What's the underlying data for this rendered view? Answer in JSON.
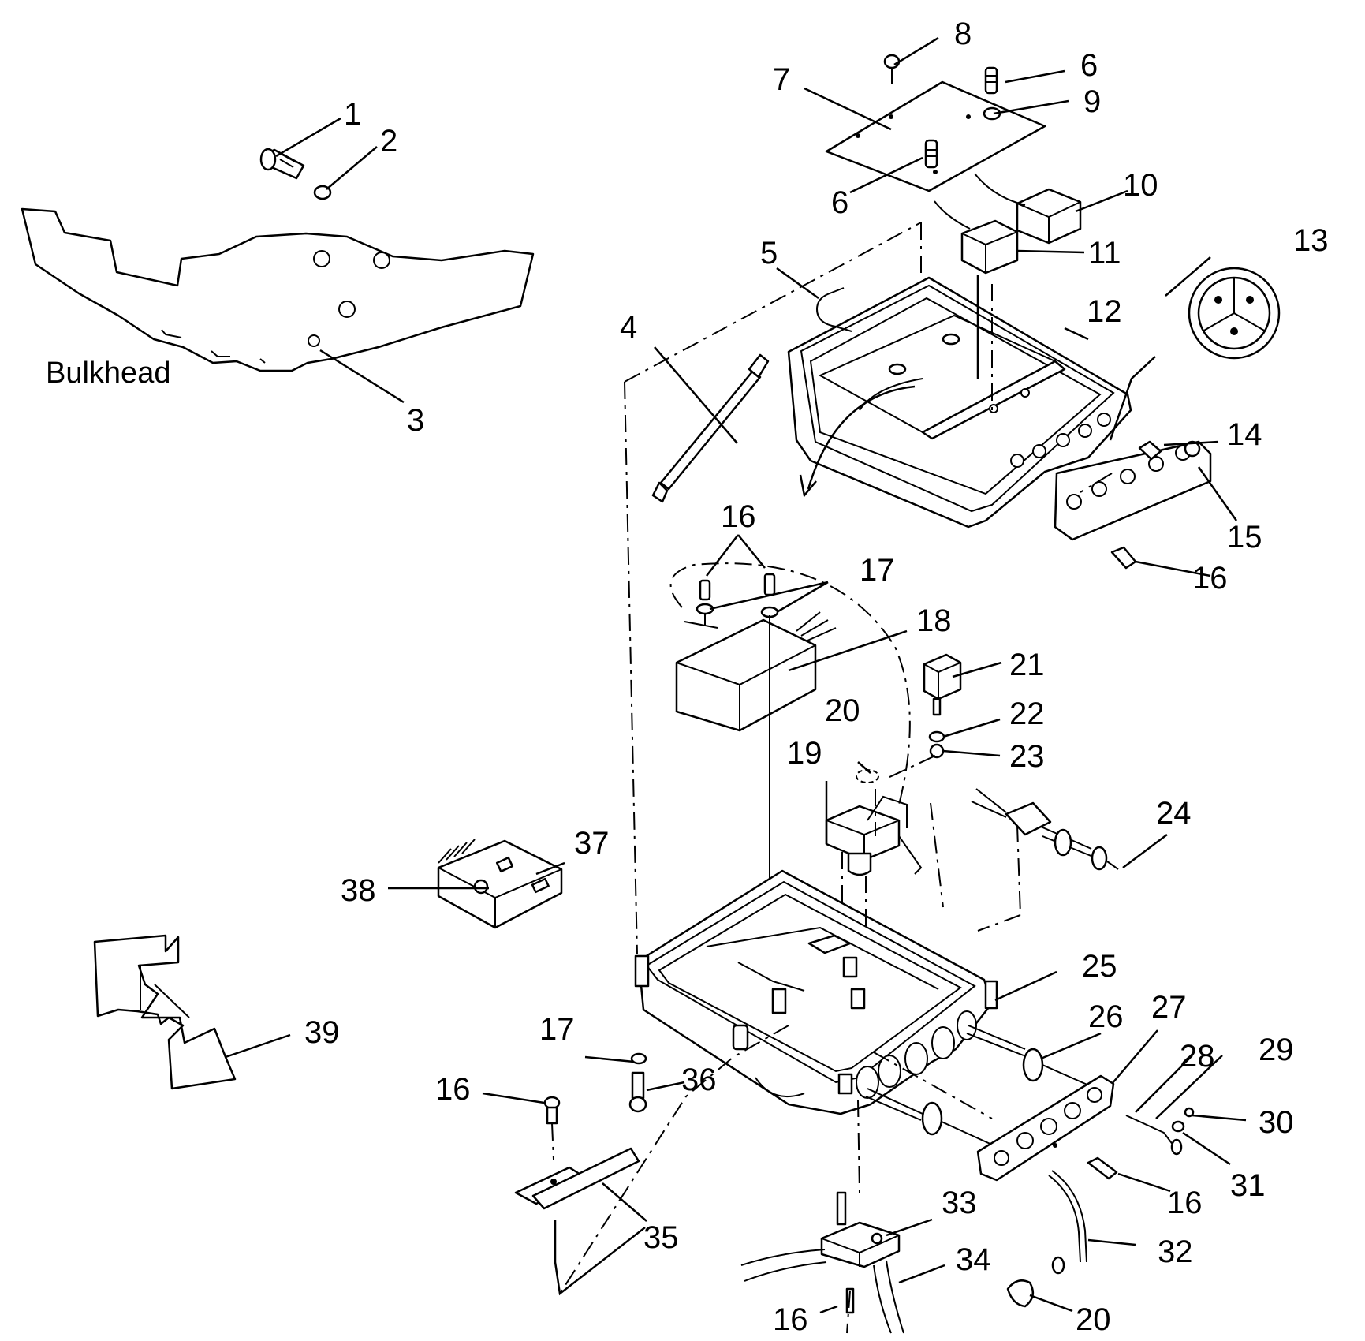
{
  "diagram": {
    "section_label": "Bulkhead",
    "callouts": {
      "c1": "1",
      "c2": "2",
      "c3": "3",
      "c4": "4",
      "c5": "5",
      "c6a": "6",
      "c6b": "6",
      "c7": "7",
      "c8": "8",
      "c9": "9",
      "c10": "10",
      "c11": "11",
      "c12": "12",
      "c13": "13",
      "c14": "14",
      "c15": "15",
      "c16a": "16",
      "c16b": "16",
      "c16c": "16",
      "c16d": "16",
      "c16e": "16",
      "c17a": "17",
      "c17b": "17",
      "c18": "18",
      "c19": "19",
      "c20a": "20",
      "c20b": "20",
      "c21": "21",
      "c22": "22",
      "c23": "23",
      "c24": "24",
      "c25": "25",
      "c26": "26",
      "c27": "27",
      "c28": "28",
      "c29": "29",
      "c30": "30",
      "c31": "31",
      "c32": "32",
      "c33": "33",
      "c34": "34",
      "c35": "35",
      "c36": "36",
      "c37": "37",
      "c38": "38",
      "c39": "39"
    }
  }
}
